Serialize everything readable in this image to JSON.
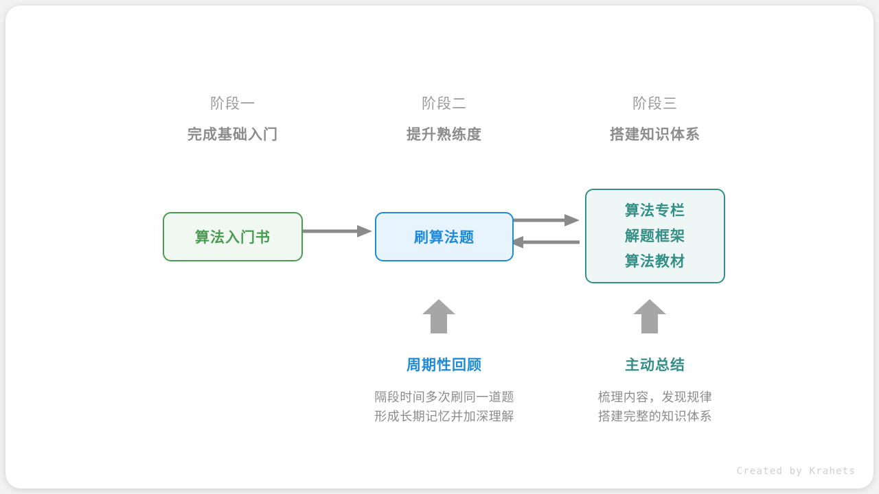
{
  "canvas": {
    "background": "#f2f2f2",
    "card_background": "#ffffff"
  },
  "colors": {
    "green": "#4a9a52",
    "green_fill": "#f1f8f1",
    "blue": "#1f8ad6",
    "blue_fill": "#e8f4fd",
    "teal": "#338f86",
    "teal_fill": "#eef7f5",
    "gray_text": "#8c8c8c",
    "gray_light": "#9b9b9b",
    "arrow": "#8a8a8a",
    "watermark": "#cfcfcf"
  },
  "stages": [
    {
      "num": "阶段一",
      "title": "完成基础入门"
    },
    {
      "num": "阶段二",
      "title": "提升熟练度"
    },
    {
      "num": "阶段三",
      "title": "搭建知识体系"
    }
  ],
  "nodes": {
    "book": {
      "label": "算法入门书"
    },
    "practice": {
      "label": "刷算法题"
    },
    "resources": {
      "line1": "算法专栏",
      "line2": "解题框架",
      "line3": "算法教材"
    }
  },
  "annotations": [
    {
      "title": "周期性回顾",
      "desc_line1": "隔段时间多次刷同一道题",
      "desc_line2": "形成长期记忆并加深理解",
      "arrow": "up-arrow-icon"
    },
    {
      "title": "主动总结",
      "desc_line1": "梳理内容，发现规律",
      "desc_line2": "搭建完整的知识体系",
      "arrow": "up-arrow-icon"
    }
  ],
  "connectors": [
    {
      "name": "book-to-practice",
      "direction": "right"
    },
    {
      "name": "practice-to-resources",
      "direction": "right"
    },
    {
      "name": "resources-to-practice",
      "direction": "left"
    }
  ],
  "watermark": {
    "text": "Created by Krahets"
  }
}
